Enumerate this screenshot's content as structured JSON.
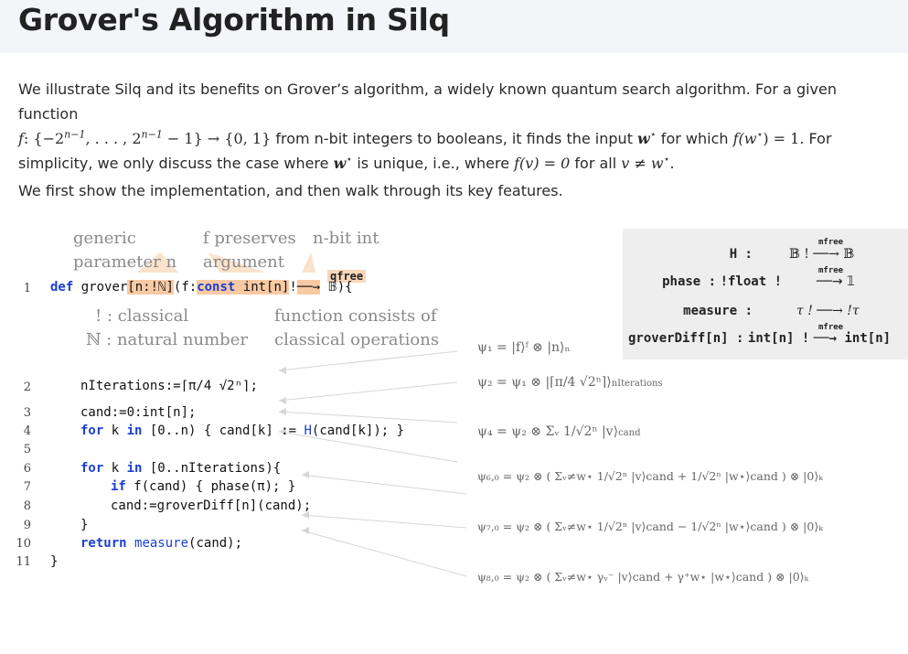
{
  "page": {
    "title": "Grover's Algorithm in Silq",
    "intro": {
      "p1_a": "We illustrate Silq and its benefits on Grover’s algorithm, a widely known quantum search algorithm. For a given function",
      "p1_f": "f",
      "p1_dom": ": {−2",
      "p1_exp1": "n−1",
      "p1_mid": ", . . . , 2",
      "p1_exp2": "n−1",
      "p1_tail": " − 1} → {0, 1}",
      "p1_b": " from n-bit integers to booleans, it finds the input ",
      "p1_w": "w",
      "p1_star": "⋆",
      "p1_c": " for which ",
      "p1_fw": "f(w",
      "p1_fw_end": ") = 1",
      "p1_d": ". For",
      "p2_a": "simplicity, we only discuss the case where ",
      "p2_w": "w",
      "p2_b": " is unique, i.e., where ",
      "p2_fv": "f(v) = 0",
      "p2_c": " for all ",
      "p2_vw": "v ≠ w",
      "p2_d": ".",
      "p3": "We first show the implementation, and then walk through its key features."
    }
  },
  "figure": {
    "annotations": {
      "generic_1": "generic",
      "generic_2": "parameter n",
      "fpres_1": "f preserves",
      "fpres_2": "argument",
      "nbit": "n-bit int",
      "classical": "! : classical",
      "natural": "ℕ : natural number",
      "consists_1": "function consists of",
      "consists_2": "classical operations",
      "qfree": "qfree"
    },
    "code": {
      "line_numbers": [
        "1",
        "2",
        "3",
        "4",
        "5",
        "6",
        "7",
        "8",
        "9",
        "10",
        "11"
      ],
      "l1_def": "def",
      "l1_a": " grover",
      "l1_param": "[n:!ℕ]",
      "l1_b": "(f:",
      "l1_const": "const",
      "l1_int": " int[n]",
      "l1_bang": "!",
      "l1_arrow": "──→",
      "l1_ret": " 𝔹){",
      "l2_a": "nIterations:=",
      "l2_expr": "⌈π/4 √2ⁿ⌉",
      "l2_b": ";",
      "l3": "cand:=0:int[n];",
      "l4_for": "for",
      "l4_a": " k ",
      "l4_in": "in",
      "l4_b": " [0..n) { cand[k] := ",
      "l4_h": "H",
      "l4_c": "(cand[k]); }",
      "l6_for": "for",
      "l6_a": " k ",
      "l6_in": "in",
      "l6_b": " [0..nIterations){",
      "l7_if": "if",
      "l7_a": " f(cand) { phase(π); }",
      "l8": "cand:=groverDiff[n](cand);",
      "l9": "}",
      "l10_ret": "return",
      "l10_a": " ",
      "l10_m": "measure",
      "l10_b": "(cand);",
      "l11": "}"
    },
    "builtins": {
      "h_label": "H :",
      "h_type": "𝔹 !",
      "h_arrow": "──→ 𝔹",
      "h_mfree": "mfree",
      "phase_label": "phase :",
      "phase_type": "!float !",
      "phase_arrow": "──→ 𝟙",
      "phase_mfree": "mfree",
      "measure_label": "measure :",
      "measure_type": "τ ! ──→ !τ",
      "gd_label": "groverDiff[n] :",
      "gd_type": "int[n] !",
      "gd_arrow": "──→ int[n]",
      "gd_mfree": "mfree"
    },
    "states": {
      "psi1": "ψ₁  = |f⟩ᶠ ⊗ |n⟩ₙ",
      "psi2": "ψ₂  = ψ₁ ⊗ |⌈π/4 √2ⁿ⌉⟩",
      "psi2_sub": "nIterations",
      "psi4": "ψ₄  = ψ₂ ⊗ Σᵥ 1/√2ⁿ |v⟩",
      "psi4_sub": "cand",
      "psi60": "ψ₆,₀ = ψ₂ ⊗ ( Σᵥ≠w⋆ 1/√2ⁿ |v⟩cand + 1/√2ⁿ |w⋆⟩cand ) ⊗ |0⟩ₖ",
      "psi70": "ψ₇,₀ = ψ₂ ⊗ ( Σᵥ≠w⋆ 1/√2ⁿ |v⟩cand − 1/√2ⁿ |w⋆⟩cand ) ⊗ |0⟩ₖ",
      "psi80": "ψ₈,₀ = ψ₂ ⊗ ( Σᵥ≠w⋆ γᵥ⁻ |v⟩cand + γ⁺w⋆ |w⋆⟩cand ) ⊗ |0⟩ₖ"
    }
  }
}
